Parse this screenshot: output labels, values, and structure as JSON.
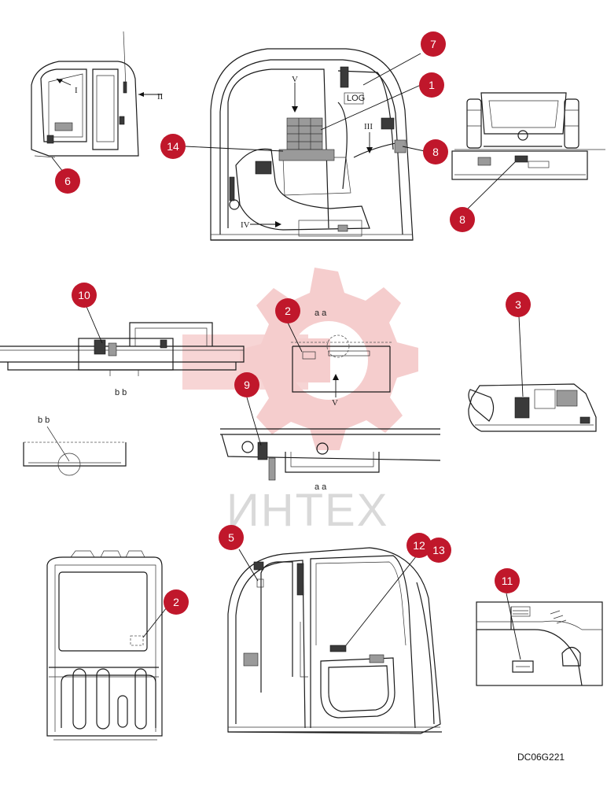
{
  "watermark": {
    "text": "ИНТЕХ",
    "gear_color": "#f4c8c8",
    "text_color": "#d9d9d9"
  },
  "drawing_code": "DC06G221",
  "callout_color": "#c0172b",
  "callouts": {
    "c7": "7",
    "c1": "1",
    "c14": "14",
    "c8a": "8",
    "c8b": "8",
    "c6": "6",
    "c10": "10",
    "c2a": "2",
    "c3": "3",
    "c9": "9",
    "c5": "5",
    "c12": "12",
    "c13": "13",
    "c2b": "2",
    "c11": "11"
  },
  "view_labels": {
    "aa_top": "a a",
    "aa_bottom": "a a",
    "bb_under": "b b",
    "bb_small": "b b"
  },
  "roman_labels": {
    "cab_I": "I",
    "cab_II": "II",
    "main_V": "V",
    "main_III": "III",
    "main_IV": "IV",
    "aa_V": "V"
  }
}
